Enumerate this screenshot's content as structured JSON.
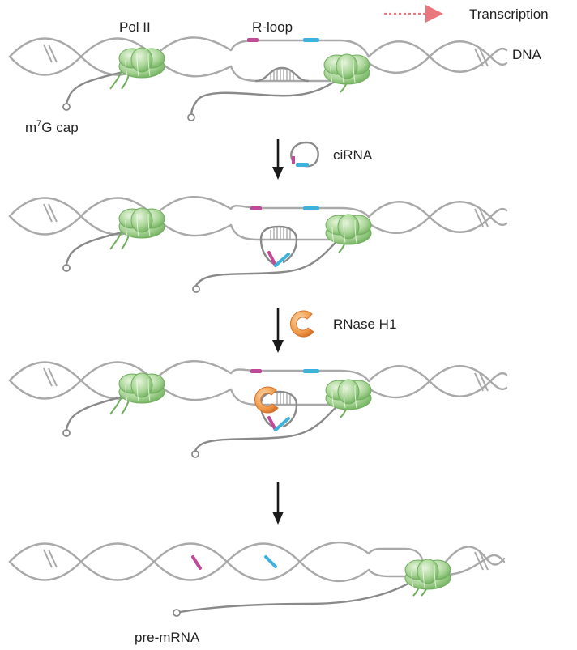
{
  "labels": {
    "transcription": "Transcription",
    "pol_ii": "Pol II",
    "r_loop": "R-loop",
    "dna": "DNA",
    "cap_base": "m",
    "cap_sup": "7",
    "cap_tail": "G cap",
    "cirna": "ciRNA",
    "rnase": "RNase H1",
    "pre_mrna": "pre-mRNA"
  },
  "colors": {
    "dna": "#a9a9a9",
    "rna": "#8a8a8a",
    "magenta_segment": "#c2489a",
    "blue_segment": "#3fb2dc",
    "pol_ii": "#9ccf8b",
    "rnase": "#f09a4a",
    "transcription_arrow": "#e8787c",
    "step_arrow": "#1a1a1a"
  },
  "icons": {
    "pol_ii": "pol-ii-complex-icon",
    "rnase": "rnase-h1-icon",
    "cap": "cap-circle-icon"
  }
}
